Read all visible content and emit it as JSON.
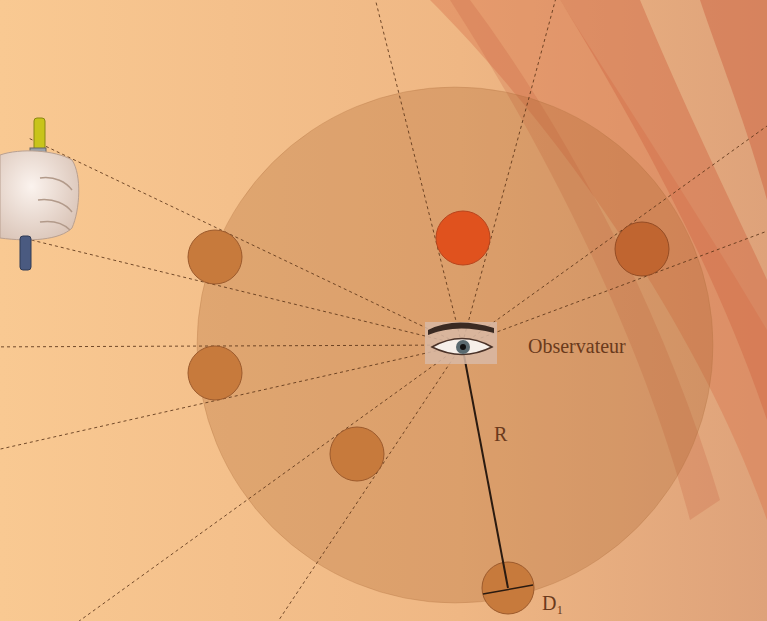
{
  "diagram": {
    "labels": [
      "Observateur",
      "R",
      "D₁"
    ]
  }
}
